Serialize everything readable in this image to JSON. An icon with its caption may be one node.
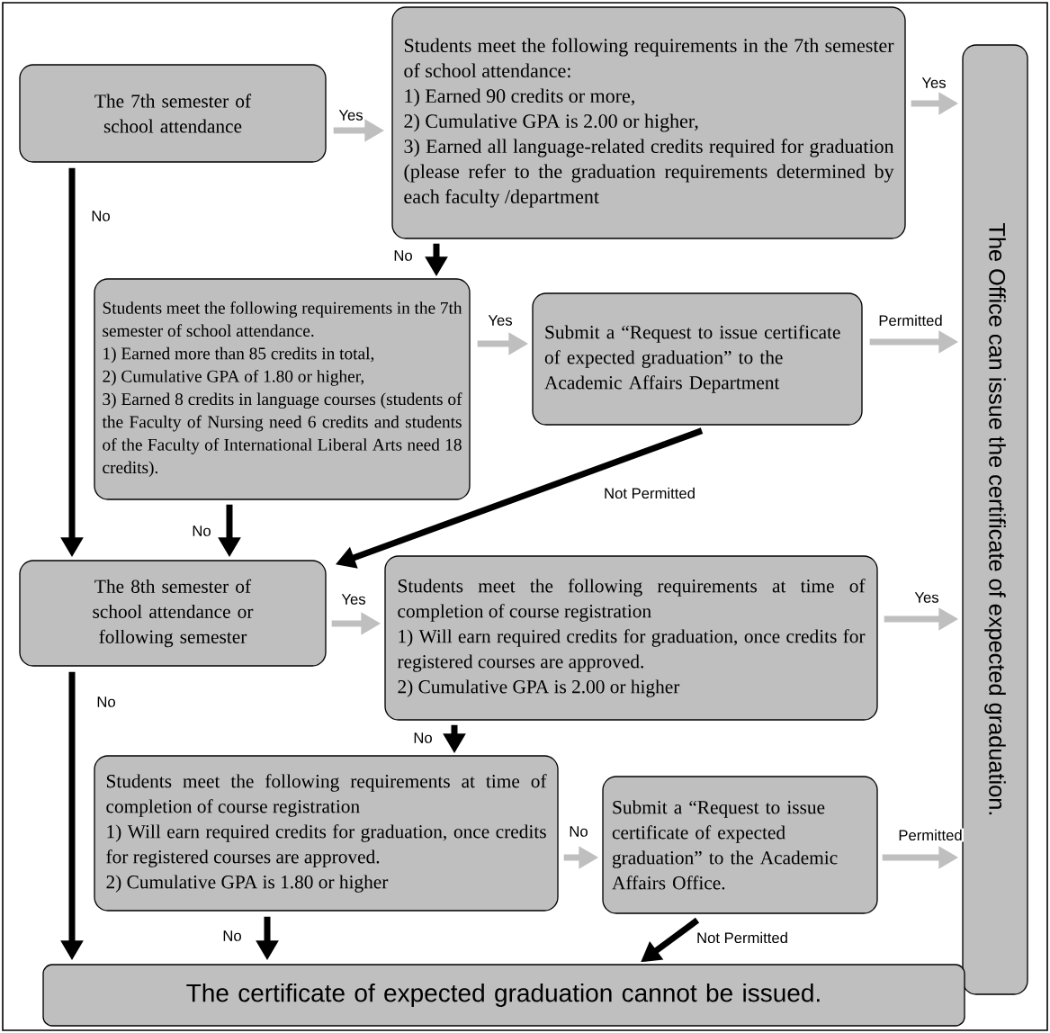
{
  "diagram": {
    "nodes": [
      {
        "text": [
          "The 7th semester of school attendance"
        ]
      },
      {
        "text": [
          "Students meet the following requirements in the 7th semester of school attendance:",
          "1) Earned 90 credits or more,",
          "2) Cumulative GPA is 2.00 or higher,",
          "3) Earned all language-related credits required for graduation (please refer to the graduation requirements determined by each faculty /department"
        ]
      },
      {
        "text": [
          "The Office can issue the certificate of expected graduation."
        ]
      },
      {
        "text": [
          "Students meet the following requirements in the 7th semester of school attendance.",
          "1) Earned more than 85 credits in total,",
          "2) Cumulative GPA of 1.80 or higher,",
          "3) Earned 8 credits in language courses (students of the Faculty of Nursing need 6 credits and students of the Faculty of International Liberal Arts need 18 credits)."
        ]
      },
      {
        "text": [
          "Submit a “Request to issue certificate of expected graduation” to the Academic Affairs Department"
        ]
      },
      {
        "text": [
          "The 8th semester of school attendance or following semester"
        ]
      },
      {
        "text": [
          "Students meet the following requirements at time of completion of course registration",
          "1) Will earn required credits for graduation, once credits for registered courses are approved.",
          "2) Cumulative GPA is 2.00 or higher"
        ]
      },
      {
        "text": [
          "Students meet the following requirements at time of completion of course registration",
          "1) Will earn required credits for graduation, once credits for registered courses are approved.",
          "2) Cumulative GPA is 1.80 or higher"
        ]
      },
      {
        "text": [
          "Submit a “Request to issue certificate of expected graduation” to the Academic Affairs Office."
        ]
      },
      {
        "text": [
          "The certificate of expected graduation cannot be issued."
        ]
      }
    ],
    "edges": [
      {
        "from": 0,
        "to": 1,
        "arrow": "to",
        "label": "Yes",
        "color": "#bfbfbf"
      },
      {
        "from": 1,
        "to": 2,
        "arrow": "to",
        "label": "Yes",
        "color": "#bfbfbf"
      },
      {
        "from": 1,
        "to": 3,
        "arrow": "to",
        "label": "No",
        "color": "#000000"
      },
      {
        "from": 0,
        "to": 5,
        "arrow": "to",
        "label": "No",
        "color": "#000000"
      },
      {
        "from": 3,
        "to": 4,
        "arrow": "to",
        "label": "Yes",
        "color": "#bfbfbf"
      },
      {
        "from": 4,
        "to": 2,
        "arrow": "to",
        "label": "Permitted",
        "color": "#bfbfbf"
      },
      {
        "from": 4,
        "to": 5,
        "arrow": "to",
        "label": "Not Permitted",
        "color": "#000000"
      },
      {
        "from": 3,
        "to": 5,
        "arrow": "to",
        "label": "No",
        "color": "#000000"
      },
      {
        "from": 5,
        "to": 6,
        "arrow": "to",
        "label": "Yes",
        "color": "#bfbfbf"
      },
      {
        "from": 6,
        "to": 2,
        "arrow": "to",
        "label": "Yes",
        "color": "#bfbfbf"
      },
      {
        "from": 5,
        "to": 9,
        "arrow": "to",
        "label": "No",
        "color": "#000000"
      },
      {
        "from": 6,
        "to": 7,
        "arrow": "to",
        "label": "No",
        "color": "#000000"
      },
      {
        "from": 7,
        "to": 8,
        "arrow": "to",
        "label": "No",
        "color": "#bfbfbf"
      },
      {
        "from": 8,
        "to": 2,
        "arrow": "to",
        "label": "Permitted",
        "color": "#bfbfbf"
      },
      {
        "from": 7,
        "to": 9,
        "arrow": "to",
        "label": "No",
        "color": "#000000"
      },
      {
        "from": 8,
        "to": 9,
        "arrow": "to",
        "label": "Not Permitted",
        "color": "#000000"
      }
    ]
  }
}
